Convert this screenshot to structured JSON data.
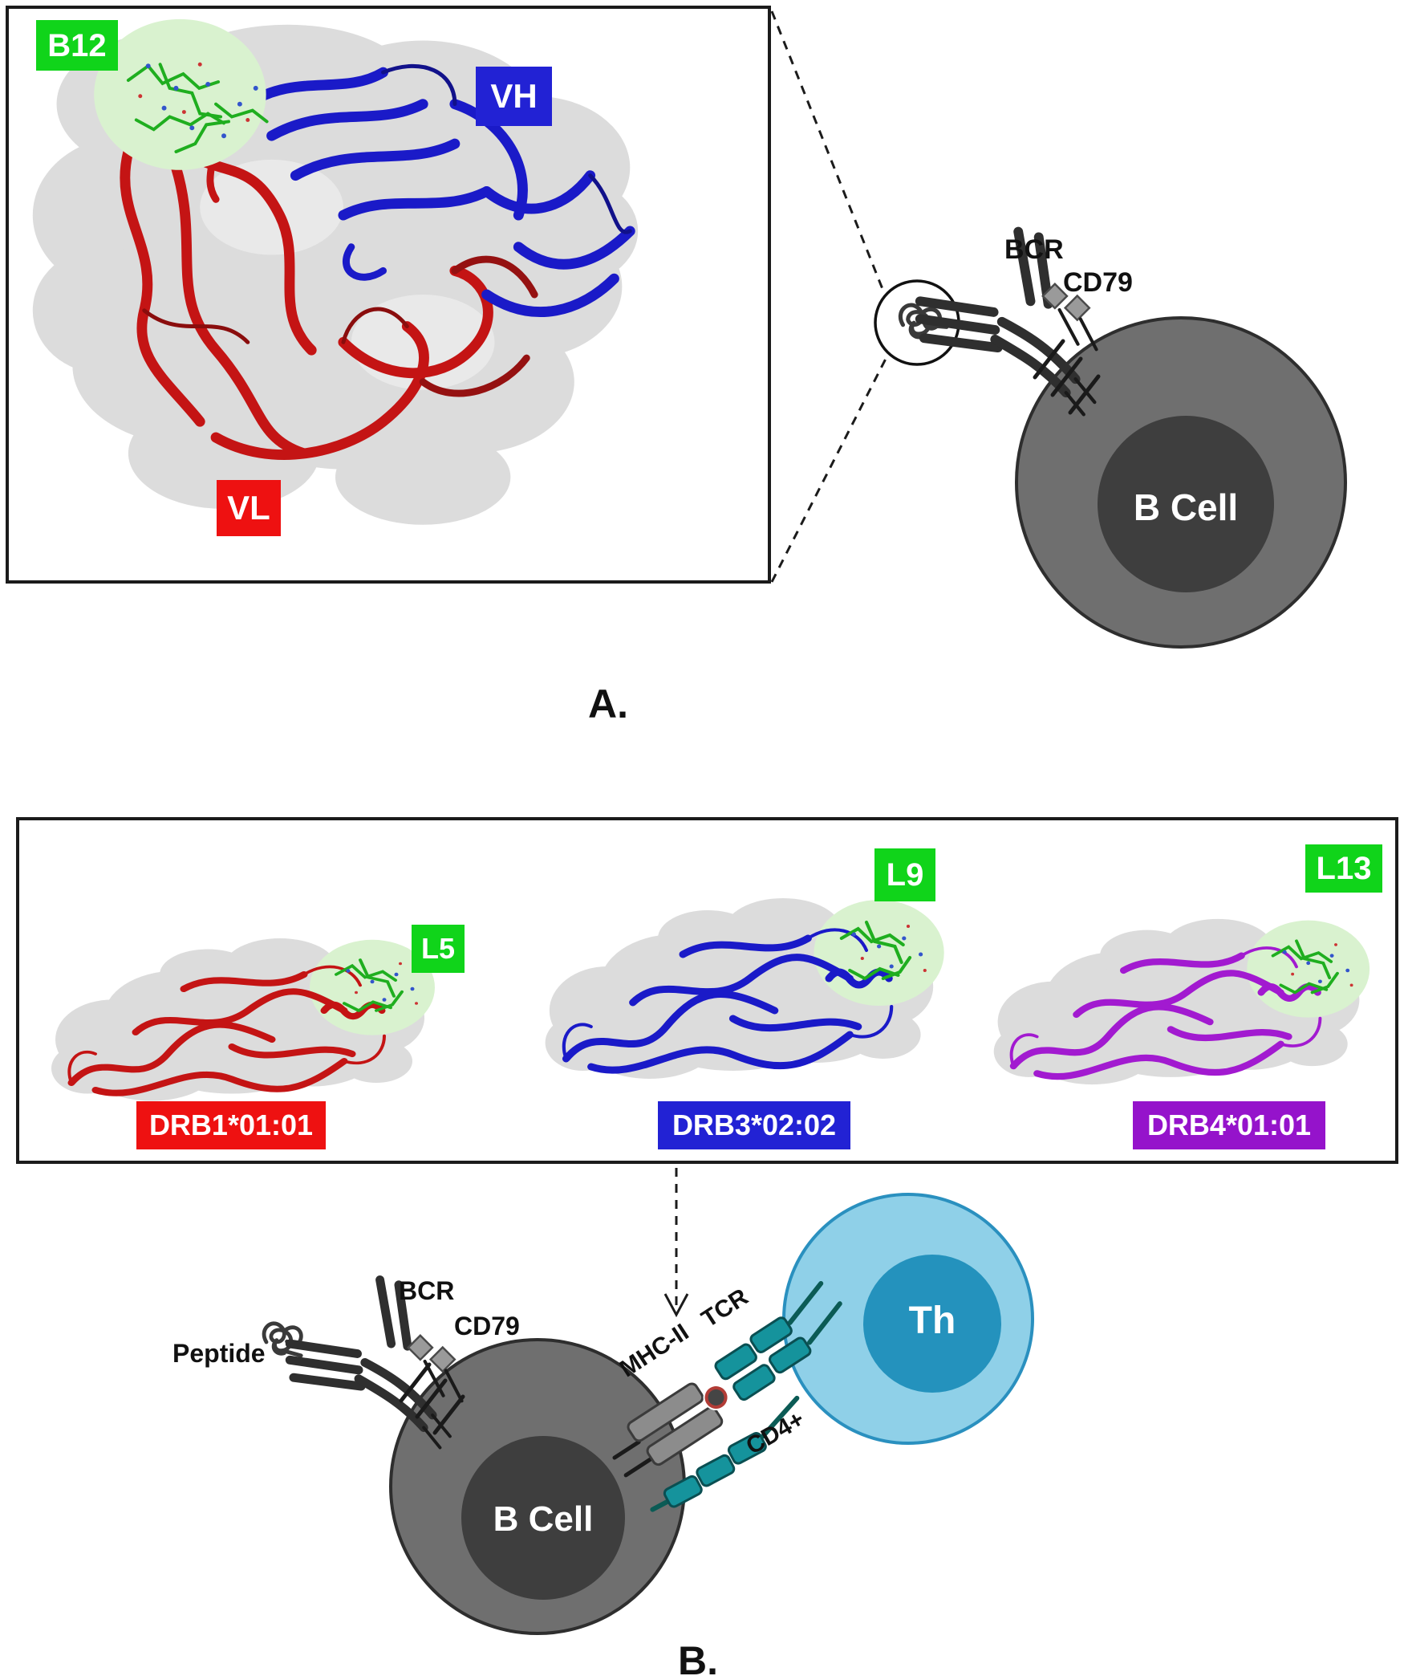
{
  "colors": {
    "green_label": "#10d41a",
    "red_label": "#ee1111",
    "blue_label": "#2222d4",
    "purple_label": "#9513cb",
    "red_ribbon": "#c41414",
    "blue_ribbon": "#1a1ac8",
    "purple_ribbon": "#a21ad0",
    "teal": "#15939c",
    "teal_dark": "#0b5b55",
    "bcell_fill": "#6f6f6f",
    "bcell_border": "#2e2e2e",
    "bcell_nucleus": "#3e3e3e",
    "th_fill": "#8fd0e8",
    "th_border": "#2a90bf",
    "th_nucleus": "#2492bd"
  },
  "panel_a": {
    "section_label": "A.",
    "b12_label": "B12",
    "vh_label": "VH",
    "vl_label": "VL",
    "bcr_label": "BCR",
    "cd79_label": "CD79",
    "b_cell_label": "B Cell"
  },
  "panel_b": {
    "section_label": "B.",
    "structures": [
      {
        "peptide_label": "L5",
        "allele_label": "DRB1*01:01"
      },
      {
        "peptide_label": "L9",
        "allele_label": "DRB3*02:02"
      },
      {
        "peptide_label": "L13",
        "allele_label": "DRB4*01:01"
      }
    ],
    "interaction": {
      "peptide_label": "Peptide",
      "bcr_label": "BCR",
      "cd79_label": "CD79",
      "mhc_label": "MHC-II",
      "tcr_label": "TCR",
      "cd4_label": "CD4+",
      "b_cell_label": "B Cell",
      "th_label": "Th"
    }
  }
}
